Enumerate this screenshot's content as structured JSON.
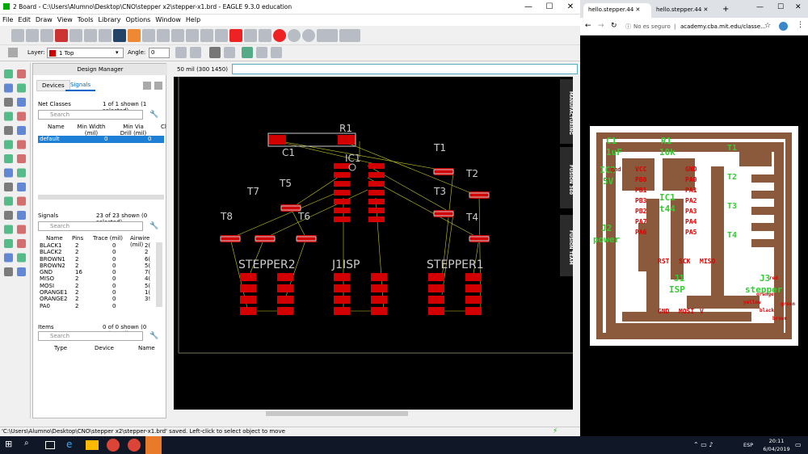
{
  "eagle": {
    "title": "2 Board - C:\\Users\\Alumno\\Desktop\\CNO\\stepper x2\\stepper-x1.brd - EAGLE 9.3.0 education",
    "menu": [
      "File",
      "Edit",
      "Draw",
      "View",
      "Tools",
      "Library",
      "Options",
      "Window",
      "Help"
    ],
    "toolbar2": {
      "layer_label": "Layer:",
      "layer_value": "1 Top",
      "angle_label": "Angle:",
      "angle_value": "0"
    },
    "cmd_coord": "50 mil (300 1450)",
    "design_manager": {
      "title": "Design Manager",
      "tabs": [
        "Devices",
        "Signals"
      ],
      "net_classes": {
        "label": "Net Classes",
        "count": "1 of 1 shown (1 selected)",
        "search": "Search",
        "cols": [
          "Name",
          "Min Width (mil)",
          "Min Via Drill (mil)",
          "Cl"
        ],
        "rows": [
          [
            "default",
            "0",
            "0",
            "0"
          ]
        ]
      },
      "signals": {
        "label": "Signals",
        "count": "23 of 23 shown (0 selected)",
        "search": "Search",
        "cols": [
          "Name",
          "Pins",
          "Trace (mil)",
          "Airwire (mil)"
        ],
        "rows": [
          [
            "BLACK1",
            "2",
            "0",
            "2("
          ],
          [
            "BLACK2",
            "2",
            "0",
            "2"
          ],
          [
            "BROWN1",
            "2",
            "0",
            "6("
          ],
          [
            "BROWN2",
            "2",
            "0",
            "5("
          ],
          [
            "GND",
            "16",
            "0",
            "7("
          ],
          [
            "MISO",
            "2",
            "0",
            "4("
          ],
          [
            "MOSI",
            "2",
            "0",
            "5("
          ],
          [
            "ORANGE1",
            "2",
            "0",
            "1("
          ],
          [
            "ORANGE2",
            "2",
            "0",
            "3!"
          ],
          [
            "PA0",
            "2",
            "0",
            ""
          ]
        ]
      },
      "items": {
        "label": "Items",
        "count": "0 of 0 shown (0 selected)",
        "search": "Search",
        "cols": [
          "Type",
          "Device",
          "Name"
        ]
      }
    },
    "right_tabs": [
      "MANUFACTURING",
      "FUSION 360",
      "FUSION TEAM"
    ],
    "status": "'C:\\Users\\Alumno\\Desktop\\CNO\\stepper x2\\stepper-x1.brd' saved. Left-click to select object to move",
    "board_labels": {
      "r1": "R1",
      "c1": "C1",
      "ic1": "IC1",
      "t1": "T1",
      "t2": "T2",
      "t3": "T3",
      "t4": "T4",
      "t5": "T5",
      "t6": "T6",
      "t7": "T7",
      "t8": "T8",
      "stepper2": "STEPPER2",
      "j1isp": "J1ISP",
      "stepper1": "STEPPER1"
    }
  },
  "chrome": {
    "tabs": [
      "hello.stepper.44",
      "hello.stepper.44"
    ],
    "insecure": "No es seguro",
    "url": "academy.cba.mit.edu/classe...",
    "pcb_labels": {
      "c1": "C1",
      "c1v": "1uF",
      "r1": "R1",
      "r1v": "10k",
      "ic2": "IC2",
      "ic2v": "5V",
      "j2": "J2",
      "power": "power",
      "ic1": "IC1",
      "t44": "t44",
      "j1": "J1",
      "isp": "ISP",
      "j3": "J3",
      "stepper": "stepper",
      "pins": [
        "VCC",
        "PB0",
        "PB1",
        "PB3",
        "PB2",
        "PA7",
        "PA6",
        "GND",
        "PA0",
        "PA1",
        "PA2",
        "PA3",
        "PA4",
        "PA5"
      ],
      "lower": [
        "RST",
        "SCK",
        "MISO"
      ],
      "bottom": [
        "GND",
        "MOSI",
        "V"
      ],
      "t": [
        "T1",
        "T2",
        "T3",
        "T4"
      ],
      "gnd": "gnd",
      "ylw": "yellow",
      "orng": "orange",
      "red": "red",
      "black": "black",
      "brown": "brown",
      "green": "green"
    }
  },
  "taskbar": {
    "lang": "ESP",
    "time": "20:11",
    "date": "6/04/2019"
  }
}
